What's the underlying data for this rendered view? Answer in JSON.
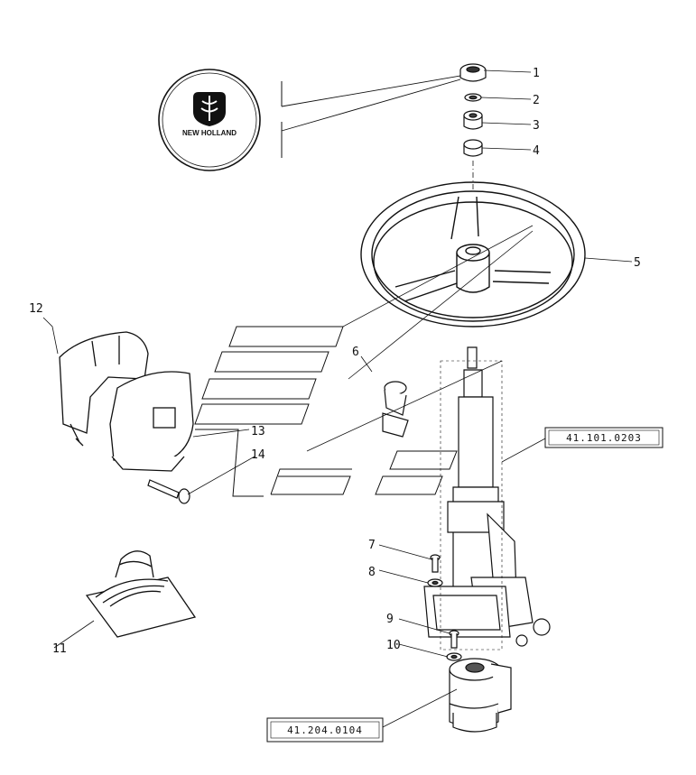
{
  "logo": {
    "brand_text": "NEW HOLLAND"
  },
  "callouts": {
    "c1": "1",
    "c2": "2",
    "c3": "3",
    "c4": "4",
    "c5": "5",
    "c6": "6",
    "c7": "7",
    "c8": "8",
    "c9": "9",
    "c10": "10",
    "c11": "11",
    "c12": "12",
    "c13": "13",
    "c14": "14"
  },
  "references": {
    "steering_column": "41.101.0203",
    "steering_pump": "41.204.0104"
  },
  "colors": {
    "line": "#111111",
    "background": "#ffffff"
  },
  "icons": [
    "new-holland-logo-icon",
    "steering-wheel-icon",
    "steering-column-icon"
  ]
}
